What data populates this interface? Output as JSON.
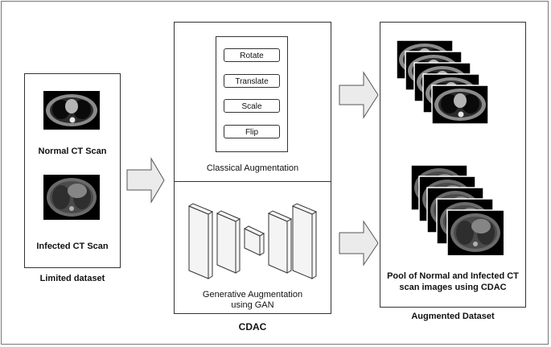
{
  "limited": {
    "normal_label": "Normal CT Scan",
    "infected_label": "Infected CT Scan",
    "caption": "Limited dataset"
  },
  "classical": {
    "ops": [
      "Rotate",
      "Translate",
      "Scale",
      "Flip"
    ],
    "caption": "Classical Augmentation"
  },
  "generative": {
    "caption_line1": "Generative Augmentation",
    "caption_line2": "using GAN"
  },
  "cdac_label": "CDAC",
  "augmented": {
    "pool_line1": "Pool of Normal and Infected CT",
    "pool_line2": "scan images using CDAC",
    "caption": "Augmented Dataset"
  },
  "icons": [
    "ct-scan-normal-icon",
    "ct-scan-infected-icon",
    "gan-layer-icon",
    "block-arrow-icon"
  ]
}
